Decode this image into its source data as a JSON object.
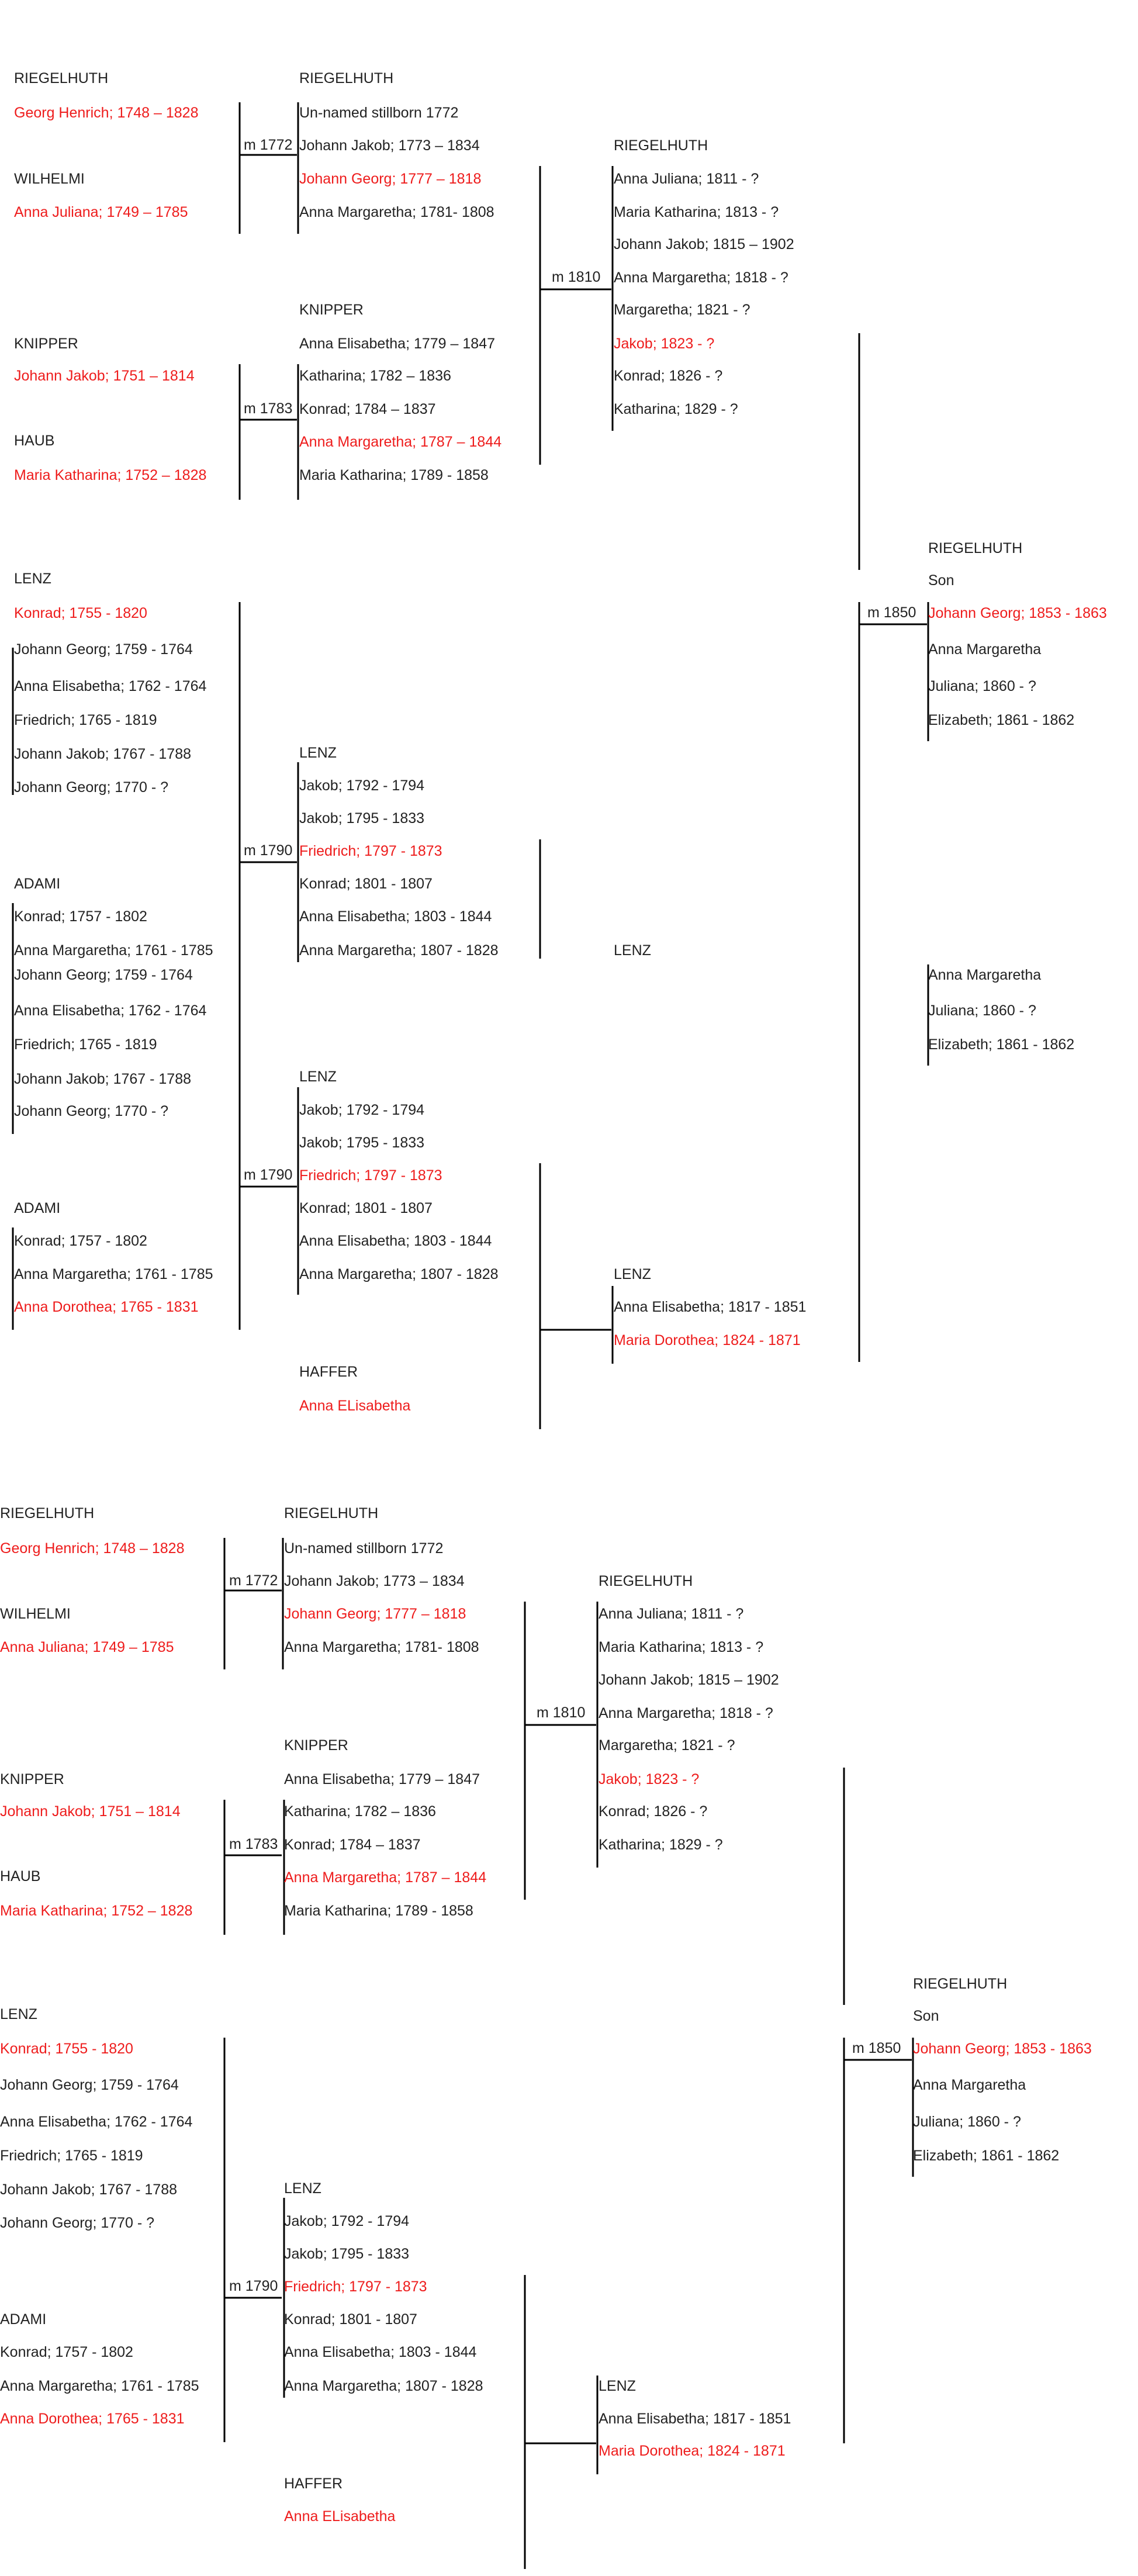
{
  "colors": {
    "text": "#222222",
    "highlight": "#ee1c1c",
    "line": "#000000"
  },
  "full": {
    "gen1": {
      "a": [
        {
          "text": "RIEGELHUTH"
        },
        {
          "text": "Georg Henrich; 1748 – 1828",
          "hi": true
        },
        {
          "text": "WILHELMI"
        },
        {
          "text": "Anna Juliana; 1749 – 1785",
          "hi": true
        },
        {
          "text": "KNIPPER"
        },
        {
          "text": "Johann Jakob; 1751 – 1814",
          "hi": true
        },
        {
          "text": "HAUB"
        },
        {
          "text": "Maria Katharina; 1752 – 1828",
          "hi": true
        }
      ],
      "b": [
        {
          "text": "LENZ"
        },
        {
          "text": "Konrad; 1755 - 1820",
          "hi": true
        },
        {
          "text": "Johann Georg; 1759 - 1764"
        },
        {
          "text": "Anna Elisabetha; 1762 - 1764"
        },
        {
          "text": "Friedrich; 1765 - 1819"
        },
        {
          "text": "Johann Jakob; 1767 - 1788"
        },
        {
          "text": "Johann Georg; 1770 - ?"
        },
        {
          "text": "ADAMI"
        },
        {
          "text": "Konrad; 1757 - 1802"
        },
        {
          "text": "Anna Margaretha; 1761 - 1785"
        }
      ],
      "c": [
        {
          "text": "Johann Georg; 1759 - 1764"
        },
        {
          "text": "Anna Elisabetha; 1762 - 1764"
        },
        {
          "text": "Friedrich; 1765 - 1819"
        },
        {
          "text": "Johann Jakob; 1767 - 1788"
        },
        {
          "text": "Johann Georg; 1770 - ?"
        },
        {
          "text": "ADAMI"
        },
        {
          "text": "Konrad; 1757 - 1802"
        },
        {
          "text": "Anna Margaretha; 1761 - 1785"
        },
        {
          "text": "Anna Dorothea; 1765 - 1831",
          "hi": true
        }
      ]
    },
    "gen2": {
      "a": [
        {
          "text": "RIEGELHUTH"
        },
        {
          "text": "Un-named stillborn 1772"
        },
        {
          "text": "Johann Jakob; 1773 – 1834"
        },
        {
          "text": "Johann Georg; 1777 – 1818",
          "hi": true
        },
        {
          "text": "Anna Margaretha; 1781- 1808"
        },
        {
          "text": "KNIPPER"
        },
        {
          "text": "Anna Elisabetha; 1779 – 1847"
        },
        {
          "text": "Katharina; 1782 – 1836"
        },
        {
          "text": "Konrad; 1784 – 1837"
        },
        {
          "text": "Anna Margaretha; 1787 – 1844",
          "hi": true
        },
        {
          "text": "Maria Katharina; 1789 - 1858"
        }
      ],
      "b": [
        {
          "text": "LENZ"
        },
        {
          "text": "Jakob; 1792 - 1794"
        },
        {
          "text": "Jakob; 1795 - 1833"
        },
        {
          "text": "Friedrich; 1797 - 1873",
          "hi": true
        },
        {
          "text": "Konrad; 1801 - 1807"
        },
        {
          "text": "Anna Elisabetha; 1803 - 1844"
        },
        {
          "text": "Anna Margaretha; 1807 - 1828"
        }
      ],
      "c": [
        {
          "text": "LENZ"
        },
        {
          "text": "Jakob; 1792 - 1794"
        },
        {
          "text": "Jakob; 1795 - 1833"
        },
        {
          "text": "Friedrich; 1797 - 1873",
          "hi": true
        },
        {
          "text": "Konrad; 1801 - 1807"
        },
        {
          "text": "Anna Elisabetha; 1803 - 1844"
        },
        {
          "text": "Anna Margaretha; 1807 - 1828"
        },
        {
          "text": "HAFFER"
        },
        {
          "text": "Anna ELisabetha",
          "hi": true
        }
      ]
    },
    "gen3": [
      {
        "text": "RIEGELHUTH"
      },
      {
        "text": "Anna Juliana; 1811 - ?"
      },
      {
        "text": "Maria Katharina; 1813 - ?"
      },
      {
        "text": "Johann Jakob; 1815 – 1902"
      },
      {
        "text": "Anna Margaretha; 1818 - ?"
      },
      {
        "text": "Margaretha; 1821 - ?"
      },
      {
        "text": "Jakob; 1823 - ?",
        "hi": true
      },
      {
        "text": "Konrad; 1826 - ?"
      },
      {
        "text": "Katharina; 1829 - ?"
      },
      {
        "text": "LENZ"
      },
      {
        "text": "LENZ"
      },
      {
        "text": "Anna Elisabetha; 1817 - 1851"
      },
      {
        "text": "Maria Dorothea; 1824 - 1871",
        "hi": true
      }
    ],
    "gen4": [
      {
        "text": "RIEGELHUTH"
      },
      {
        "text": "Son"
      },
      {
        "text": "Johann Georg; 1853 - 1863",
        "hi": true
      },
      {
        "text": "Anna Margaretha"
      },
      {
        "text": "Juliana; 1860 - ?"
      },
      {
        "text": "Elizabeth; 1861 - 1862"
      },
      {
        "text": "Anna Margaretha"
      },
      {
        "text": "Juliana; 1860 - ?"
      },
      {
        "text": "Elizabeth; 1861 - 1862"
      }
    ],
    "marriages": [
      "m 1772",
      "m 1783",
      "m 1810",
      "m 1850",
      "m 1790",
      "m 1790"
    ]
  },
  "compact": {
    "gen1": [
      {
        "text": "RIEGELHUTH"
      },
      {
        "text": "Georg Henrich; 1748 – 1828",
        "hi": true
      },
      {
        "text": "WILHELMI"
      },
      {
        "text": "Anna Juliana; 1749 – 1785",
        "hi": true
      },
      {
        "text": "KNIPPER"
      },
      {
        "text": "Johann Jakob; 1751 – 1814",
        "hi": true
      },
      {
        "text": "HAUB"
      },
      {
        "text": "Maria Katharina; 1752 – 1828",
        "hi": true
      },
      {
        "text": "LENZ"
      },
      {
        "text": "Konrad; 1755 - 1820",
        "hi": true
      },
      {
        "text": "Johann Georg; 1759 - 1764"
      },
      {
        "text": "Anna Elisabetha; 1762 - 1764"
      },
      {
        "text": "Friedrich; 1765 - 1819"
      },
      {
        "text": "Johann Jakob; 1767 - 1788"
      },
      {
        "text": "Johann Georg; 1770 - ?"
      },
      {
        "text": "ADAMI"
      },
      {
        "text": "Konrad; 1757 - 1802"
      },
      {
        "text": "Anna Margaretha; 1761 - 1785"
      },
      {
        "text": "Anna Dorothea; 1765 - 1831",
        "hi": true
      }
    ],
    "gen2": [
      {
        "text": "RIEGELHUTH"
      },
      {
        "text": "Un-named stillborn 1772"
      },
      {
        "text": "Johann Jakob; 1773 – 1834"
      },
      {
        "text": "Johann Georg; 1777 – 1818",
        "hi": true
      },
      {
        "text": "Anna Margaretha; 1781- 1808"
      },
      {
        "text": "KNIPPER"
      },
      {
        "text": "Anna Elisabetha; 1779 – 1847"
      },
      {
        "text": "Katharina; 1782 – 1836"
      },
      {
        "text": "Konrad; 1784 – 1837"
      },
      {
        "text": "Anna Margaretha; 1787 – 1844",
        "hi": true
      },
      {
        "text": "Maria Katharina; 1789 - 1858"
      },
      {
        "text": "LENZ"
      },
      {
        "text": "Jakob; 1792 - 1794"
      },
      {
        "text": "Jakob; 1795 - 1833"
      },
      {
        "text": "Friedrich; 1797 - 1873",
        "hi": true
      },
      {
        "text": "Konrad; 1801 - 1807"
      },
      {
        "text": "Anna Elisabetha; 1803 - 1844"
      },
      {
        "text": "Anna Margaretha; 1807 - 1828"
      },
      {
        "text": "HAFFER"
      },
      {
        "text": "Anna ELisabetha",
        "hi": true
      }
    ],
    "gen3": [
      {
        "text": "RIEGELHUTH"
      },
      {
        "text": "Anna Juliana; 1811 - ?"
      },
      {
        "text": "Maria Katharina; 1813 - ?"
      },
      {
        "text": "Johann Jakob; 1815 – 1902"
      },
      {
        "text": "Anna Margaretha; 1818 - ?"
      },
      {
        "text": "Margaretha; 1821 - ?"
      },
      {
        "text": "Jakob; 1823 - ?",
        "hi": true
      },
      {
        "text": "Konrad; 1826 - ?"
      },
      {
        "text": "Katharina; 1829 - ?"
      },
      {
        "text": "LENZ"
      },
      {
        "text": "Anna Elisabetha; 1817 - 1851"
      },
      {
        "text": "Maria Dorothea; 1824 - 1871",
        "hi": true
      }
    ],
    "gen4": [
      {
        "text": "RIEGELHUTH"
      },
      {
        "text": "Son"
      },
      {
        "text": "Johann Georg; 1853 - 1863",
        "hi": true
      },
      {
        "text": "Anna Margaretha"
      },
      {
        "text": "Juliana; 1860 - ?"
      },
      {
        "text": "Elizabeth; 1861 - 1862"
      }
    ],
    "marriages": [
      "m 1772",
      "m 1783",
      "m 1790",
      "m 1810",
      "m 1850"
    ]
  }
}
